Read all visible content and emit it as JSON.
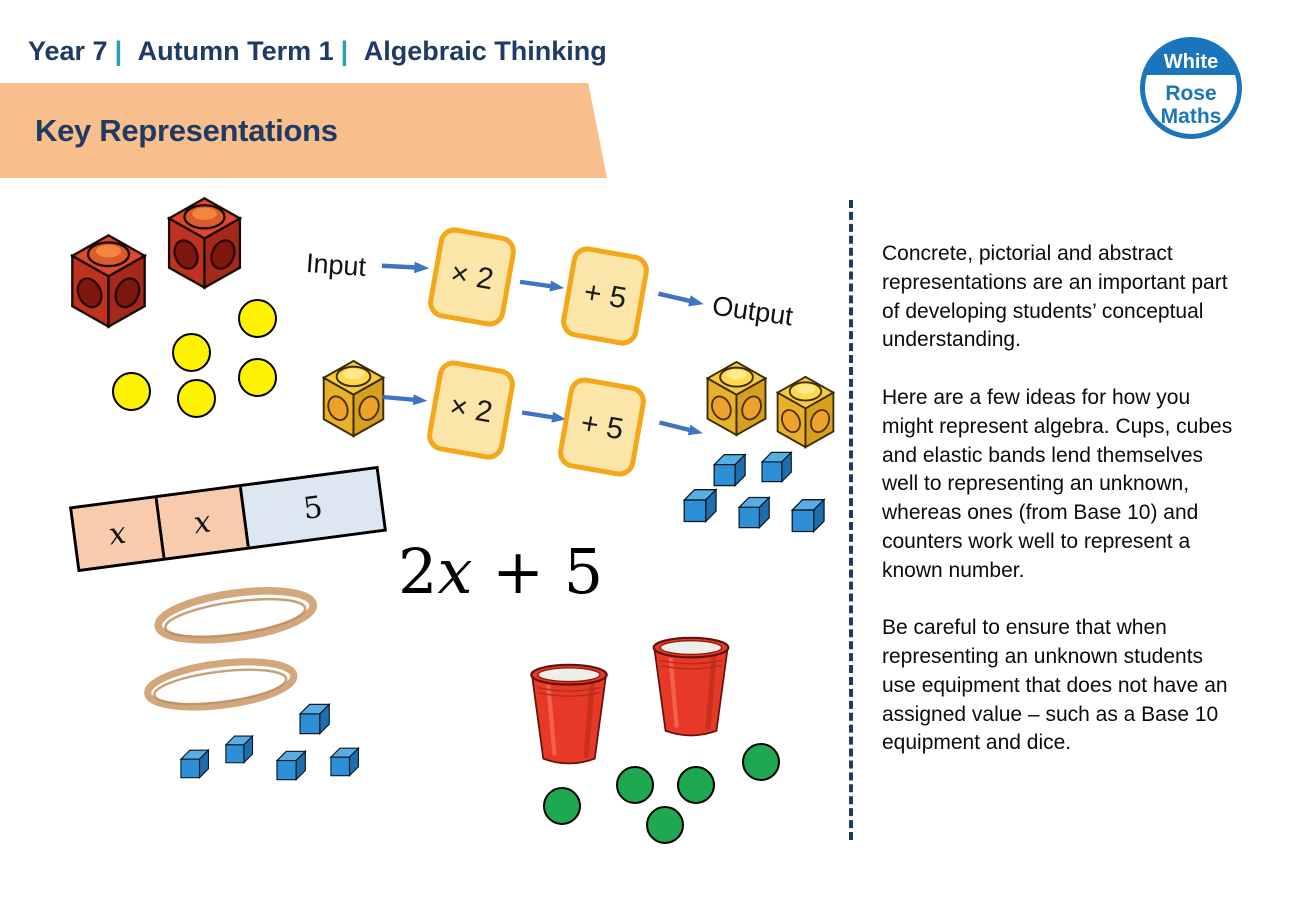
{
  "header": {
    "course": "Year 7",
    "separator": "|",
    "term": "Autumn Term 1",
    "topic": "Algebraic Thinking"
  },
  "banner": {
    "title": "Key Representations"
  },
  "logo": {
    "top": "White",
    "middle": "Rose",
    "bottom": "Maths"
  },
  "machine": {
    "input_label": "Input",
    "output_label": "Output",
    "box1_label": "× 2",
    "box2_label": "+ 5"
  },
  "bar_model": {
    "cell1": "x",
    "cell2": "x",
    "cell3": "5"
  },
  "expression": {
    "full": "2x + 5",
    "coefficient": "2",
    "variable": "x",
    "constant_part": " + 5"
  },
  "side_panel": {
    "p1": "Concrete, pictorial and abstract representations are an important part of developing students’ conceptual understanding.",
    "p2": "Here are a few ideas for how you might represent algebra.  Cups, cubes and elastic bands lend themselves well to representing an unknown, whereas ones (from Base 10) and counters work well to represent a known number.",
    "p3": "Be careful to ensure that when representing an unknown students use equipment that does not have an assigned value – such as a Base 10 equipment and dice."
  },
  "equipment": {
    "red_linking_cubes": 2,
    "yellow_counters": 5,
    "input_yellow_cube": 1,
    "output_yellow_cubes": 2,
    "output_blue_cubes": 5,
    "elastic_bands": 2,
    "loose_blue_cubes": 5,
    "red_cups": 2,
    "green_counters": 5
  },
  "colors": {
    "banner": "#F8BE8C",
    "navy": "#1F3A63",
    "teal_pipe": "#2A9FB5",
    "logo_blue": "#1B75BC",
    "machine_fill": "#FBE5A8",
    "machine_border": "#F3A71B",
    "arrow_blue": "#3E74C2",
    "bar_x_fill": "#F8CBAD",
    "bar_5_fill": "#DDE7F2",
    "counter_yellow": "#FFF200",
    "counter_green": "#1EA850",
    "cube_blue": "#2D90D6",
    "cup_red": "#E63927",
    "band_tan": "#D3A77B"
  }
}
